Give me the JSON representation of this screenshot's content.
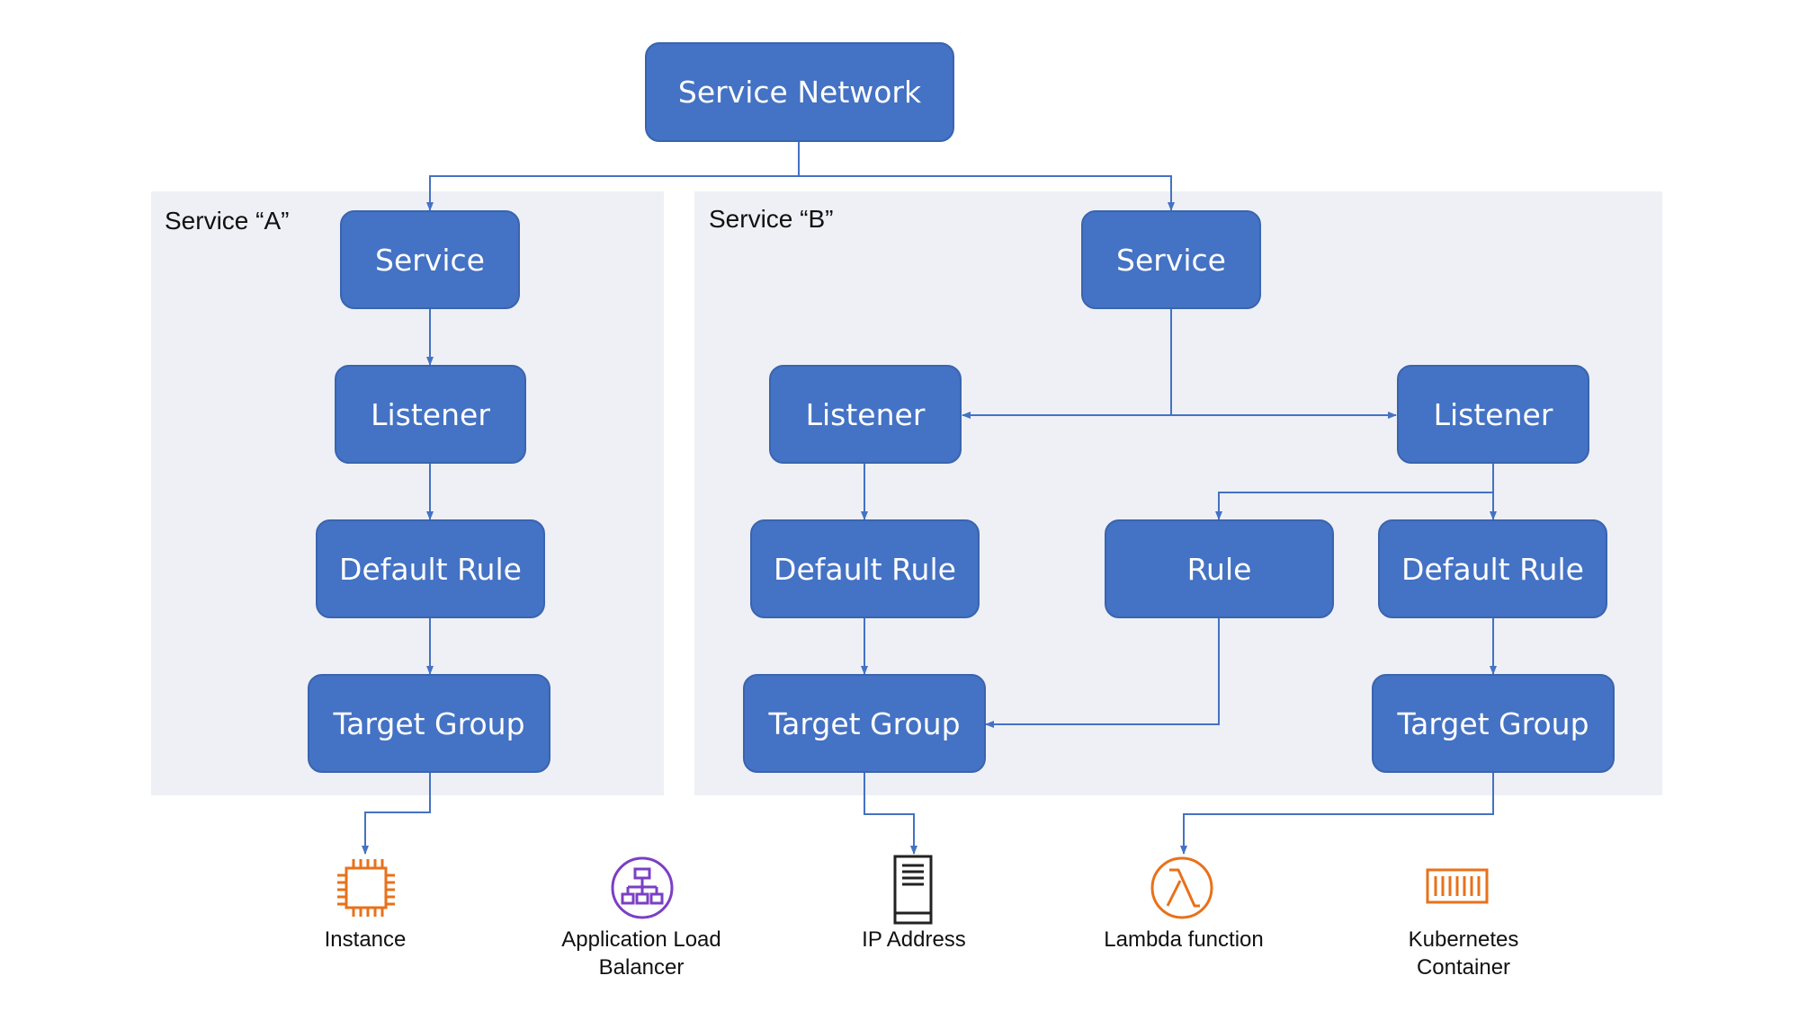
{
  "title": "Service Network",
  "panels": [
    {
      "label": "Service “A”"
    },
    {
      "label": "Service “B”"
    }
  ],
  "nodes": {
    "a_service": "Service",
    "a_listener": "Listener",
    "a_default_rule": "Default Rule",
    "a_target_group": "Target Group",
    "b_service": "Service",
    "b_listener_left": "Listener",
    "b_listener_right": "Listener",
    "b_default_rule_left": "Default Rule",
    "b_rule": "Rule",
    "b_default_rule_right": "Default Rule",
    "b_target_group_left": "Target Group",
    "b_target_group_right": "Target Group"
  },
  "targets": [
    {
      "label": "Instance",
      "icon": "ec2-instance-icon"
    },
    {
      "label": "Application Load Balancer",
      "icon": "application-load-balancer-icon"
    },
    {
      "label": "IP Address",
      "icon": "server-icon"
    },
    {
      "label": "Lambda function",
      "icon": "lambda-icon"
    },
    {
      "label": "Kubernetes Container",
      "icon": "container-icon"
    }
  ],
  "colors": {
    "node_fill": "#4472c4",
    "connector": "#4472c4",
    "panel_background": "#eef0f5",
    "instance_icon": "#e8711a",
    "load_balancer_icon": "#7b3fc4",
    "server_icon": "#222222",
    "lambda_icon": "#e8711a",
    "container_icon": "#e8711a"
  }
}
